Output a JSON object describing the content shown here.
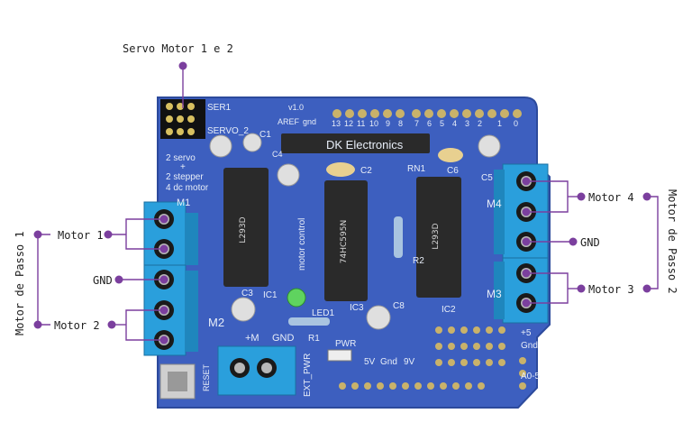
{
  "annotations": {
    "servo": "Servo Motor 1 e 2",
    "motor1": "Motor 1",
    "motor2": "Motor 2",
    "gnd_left": "GND",
    "motor3": "Motor 3",
    "motor4": "Motor 4",
    "gnd_right": "GND",
    "passo1": "Motor de Passo 1",
    "passo2": "Motor de Passo 2"
  },
  "board": {
    "version": "v1.0",
    "brand": "DK Electronics",
    "ser1": "SER1",
    "servo2": "SERVO_2",
    "aref": "AREF",
    "gnd_pin": "gnd",
    "desc_line1": "2 servo",
    "desc_line2": "+",
    "desc_line3": "2 stepper",
    "desc_line4": "4 dc motor",
    "m1": "M1",
    "m2": "M2",
    "m3": "M3",
    "m4": "M4",
    "ic1": "IC1",
    "ic2": "IC2",
    "ic3": "IC3",
    "c1": "C1",
    "c2": "C2",
    "c3": "C3",
    "c4": "C4",
    "c5": "C5",
    "c6": "C6",
    "c8": "C8",
    "rn1": "RN1",
    "r1": "R1",
    "r2": "R2",
    "led1": "LED1",
    "motor_control": "motor control",
    "pwr": "PWR",
    "plus_m": "+M",
    "gnd_ext": "GND",
    "ext_pwr": "EXT_PWR",
    "reset": "RESET",
    "five_v": "5V",
    "gnd_bottom": "Gnd",
    "nine_v": "9V",
    "plus5": "+5",
    "gnd_right_board": "Gnd",
    "a0_5": "A0-5",
    "chip_left": "L293D",
    "chip_right": "L293D",
    "chip_mid": "74HC595N",
    "pin_numbers": [
      "13",
      "12",
      "11",
      "10",
      "9",
      "8",
      "7",
      "6",
      "5",
      "4",
      "3",
      "2",
      "1",
      "0"
    ]
  },
  "colors": {
    "board": "#3d5fbf",
    "terminal": "#2a9fdc",
    "annotation": "#7b3f9e",
    "chip": "#2a2a2a"
  }
}
